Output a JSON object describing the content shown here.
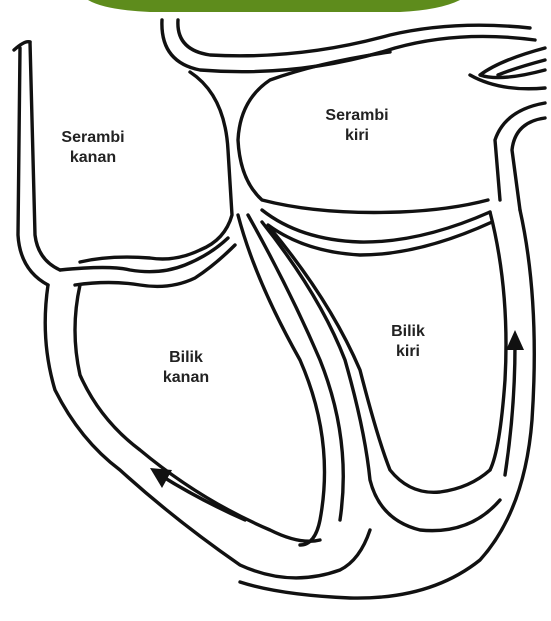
{
  "labels": {
    "right_atrium": [
      "Serambi",
      "kanan"
    ],
    "left_atrium": [
      "Serambi",
      "kiri"
    ],
    "right_ventricle": [
      "Bilik",
      "kanan"
    ],
    "left_ventricle": [
      "Bilik",
      "kiri"
    ]
  },
  "colors": {
    "top_banner": "#5e8c1c",
    "ink": "#111111",
    "background": "#ffffff"
  }
}
